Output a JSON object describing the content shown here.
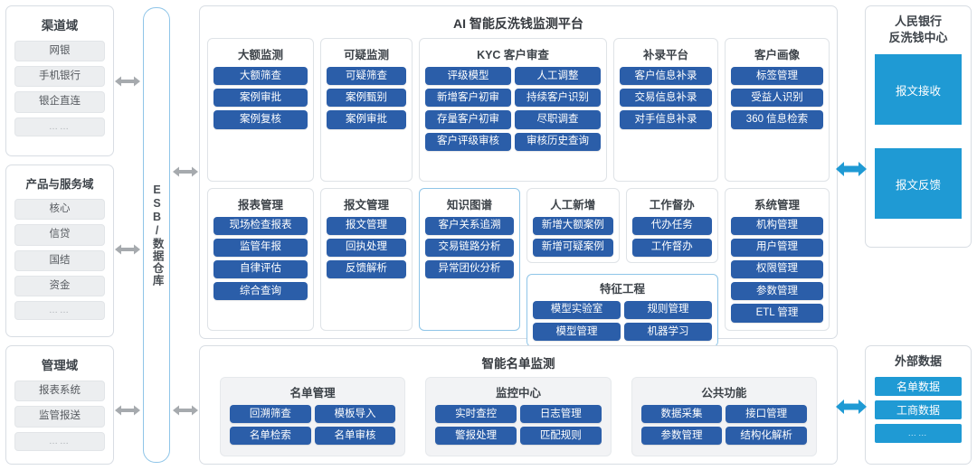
{
  "left_domains": [
    {
      "name": "channel-domain",
      "title": "渠道域",
      "items": [
        "网银",
        "手机银行",
        "银企直连",
        "……"
      ]
    },
    {
      "name": "product-service-domain",
      "title": "产品与服务域",
      "items": [
        "核心",
        "信贷",
        "国结",
        "资金",
        "……"
      ]
    },
    {
      "name": "management-domain",
      "title": "管理域",
      "items": [
        "报表系统",
        "监管报送",
        "……"
      ]
    }
  ],
  "esb": {
    "label": "ESB/数据仓库"
  },
  "platform": {
    "title": "AI 智能反洗钱监测平台",
    "row1": [
      {
        "name": "large-amount-monitoring",
        "title": "大额监测",
        "cols": 1,
        "items": [
          "大额筛查",
          "案例审批",
          "案例复核"
        ]
      },
      {
        "name": "suspicious-monitoring",
        "title": "可疑监测",
        "cols": 1,
        "items": [
          "可疑筛查",
          "案例甄别",
          "案例审批"
        ]
      },
      {
        "name": "kyc-customer-review",
        "title": "KYC 客户审查",
        "cols": 2,
        "items": [
          "评级模型",
          "人工调整",
          "新增客户初审",
          "持续客户识别",
          "存量客户初审",
          "尽职调查",
          "客户评级审核",
          "审核历史查询"
        ]
      },
      {
        "name": "supplement-platform",
        "title": "补录平台",
        "cols": 1,
        "items": [
          "客户信息补录",
          "交易信息补录",
          "对手信息补录"
        ]
      },
      {
        "name": "customer-profile",
        "title": "客户画像",
        "cols": 1,
        "items": [
          "标签管理",
          "受益人识别",
          "360 信息检索"
        ]
      }
    ],
    "row2": [
      {
        "name": "report-management",
        "title": "报表管理",
        "cols": 1,
        "items": [
          "现场检查报表",
          "监管年报",
          "自律评估",
          "综合查询"
        ]
      },
      {
        "name": "message-management",
        "title": "报文管理",
        "cols": 1,
        "items": [
          "报文管理",
          "回执处理",
          "反馈解析"
        ]
      },
      {
        "name": "knowledge-graph",
        "title": "知识图谱",
        "cols": 1,
        "accent": true,
        "items": [
          "客户关系追溯",
          "交易链路分析",
          "异常团伙分析"
        ]
      },
      {
        "name": "manual-add",
        "title": "人工新增",
        "cols": 1,
        "items": [
          "新增大额案例",
          "新增可疑案例"
        ]
      },
      {
        "name": "work-supervision",
        "title": "工作督办",
        "cols": 1,
        "items": [
          "代办任务",
          "工作督办"
        ]
      },
      {
        "name": "feature-engineering",
        "title": "特征工程",
        "cols": 2,
        "accent": true,
        "items": [
          "模型实验室",
          "规则管理",
          "模型管理",
          "机器学习"
        ]
      },
      {
        "name": "system-management",
        "title": "系统管理",
        "cols": 1,
        "items": [
          "机构管理",
          "用户管理",
          "权限管理",
          "参数管理",
          "ETL 管理"
        ]
      }
    ]
  },
  "listing": {
    "title": "智能名单监测",
    "modules": [
      {
        "name": "list-management",
        "title": "名单管理",
        "items": [
          "回溯筛查",
          "模板导入",
          "名单检索",
          "名单审核"
        ]
      },
      {
        "name": "monitoring-center",
        "title": "监控中心",
        "items": [
          "实时查控",
          "日志管理",
          "警报处理",
          "匹配规则"
        ]
      },
      {
        "name": "public-functions",
        "title": "公共功能",
        "items": [
          "数据采集",
          "接口管理",
          "参数管理",
          "结构化解析"
        ]
      }
    ]
  },
  "right": {
    "pboc": {
      "name": "pboc-aml-center",
      "title": "人民银行\n反洗钱中心",
      "title_line1": "人民银行",
      "title_line2": "反洗钱中心",
      "blocks": [
        "报文接收",
        "报文反馈"
      ]
    },
    "external": {
      "name": "external-data",
      "title": "外部数据",
      "blocks": [
        "名单数据",
        "工商数据",
        "……"
      ]
    }
  },
  "colors": {
    "blue_chip": "#2b5ea9",
    "cyan_block": "#1f9ad4",
    "accent_border": "#8fc5e8",
    "gray_chip": "#eceef0",
    "arrow_gray": "#a6aaae",
    "arrow_blue": "#1f9ad4"
  }
}
